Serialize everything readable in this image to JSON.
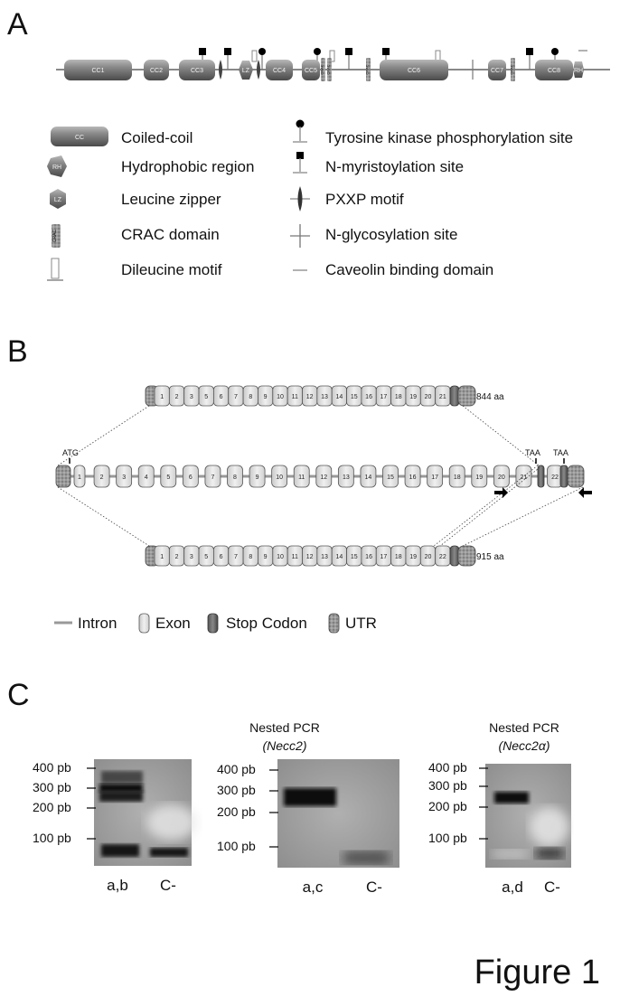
{
  "panels": {
    "a": "A",
    "b": "B",
    "c": "C"
  },
  "domain_map": {
    "domains": [
      "CC1",
      "CC2",
      "CC3",
      "LZ",
      "CC4",
      "CC5",
      "CRAC",
      "CRAC",
      "CRAC",
      "CC6",
      "CC7",
      "CRAC",
      "CC8",
      "RH"
    ]
  },
  "legend": {
    "left": [
      {
        "icon": "CC",
        "label": "Coiled-coil"
      },
      {
        "icon": "RH",
        "label": "Hydrophobic region"
      },
      {
        "icon": "LZ",
        "label": "Leucine zipper"
      },
      {
        "icon": "CRAC",
        "label": "CRAC domain"
      },
      {
        "icon": "",
        "label": "Dileucine motif"
      }
    ],
    "right": [
      {
        "label": "Tyrosine kinase phosphorylation site"
      },
      {
        "label": "N-myristoylation site"
      },
      {
        "label": "PXXP motif"
      },
      {
        "label": "N-glycosylation site"
      },
      {
        "label": "Caveolin binding domain"
      }
    ]
  },
  "transcripts": {
    "top": {
      "exons": [
        "1",
        "2",
        "3",
        "5",
        "6",
        "7",
        "8",
        "9",
        "10",
        "11",
        "12",
        "13",
        "14",
        "15",
        "16",
        "17",
        "18",
        "19",
        "20",
        "21"
      ],
      "length": "844 aa"
    },
    "gene": {
      "exons": [
        "1",
        "2",
        "3",
        "4",
        "5",
        "6",
        "7",
        "8",
        "9",
        "10",
        "11",
        "12",
        "13",
        "14",
        "15",
        "16",
        "17",
        "18",
        "19",
        "20",
        "21",
        "22"
      ],
      "start": "ATG",
      "stop1": "TAA",
      "stop2": "TAA"
    },
    "bottom": {
      "exons": [
        "1",
        "2",
        "3",
        "5",
        "6",
        "7",
        "8",
        "9",
        "10",
        "11",
        "12",
        "13",
        "14",
        "15",
        "16",
        "17",
        "18",
        "19",
        "20",
        "22"
      ],
      "length": "915 aa"
    }
  },
  "structure_legend": [
    {
      "label": "Intron"
    },
    {
      "label": "Exon"
    },
    {
      "label": "Stop Codon"
    },
    {
      "label": "UTR"
    }
  ],
  "gels": [
    {
      "title": "",
      "subtitle": "",
      "ladder": [
        "400 pb",
        "300 pb",
        "200 pb",
        "100 pb"
      ],
      "lanes": [
        "a,b",
        "C-"
      ]
    },
    {
      "title": "Nested PCR",
      "subtitle": "(Necc2)",
      "ladder": [
        "400 pb",
        "300 pb",
        "200 pb",
        "100 pb"
      ],
      "lanes": [
        "a,c",
        "C-"
      ]
    },
    {
      "title": "Nested PCR",
      "subtitle": "(Necc2α)",
      "ladder": [
        "400 pb",
        "300 pb",
        "200 pb",
        "100 pb"
      ],
      "lanes": [
        "a,d",
        "C-"
      ]
    }
  ],
  "figure_label": "Figure 1"
}
